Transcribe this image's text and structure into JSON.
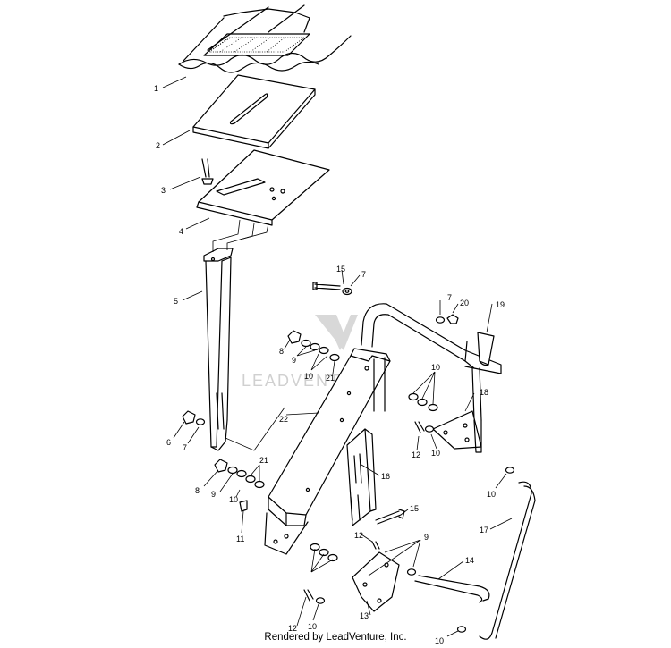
{
  "footer": {
    "text": "Rendered by LeadVenture, Inc."
  },
  "watermark": {
    "text": "LEADVENTURE"
  },
  "callouts": {
    "c1": "1",
    "c2": "2",
    "c3": "3",
    "c4": "4",
    "c5": "5",
    "c6": "6",
    "c7a": "7",
    "c7b": "7",
    "c7c": "7",
    "c8a": "8",
    "c8b": "8",
    "c9a": "9",
    "c9b": "9",
    "c9c": "9",
    "c10a": "10",
    "c10b": "10",
    "c10c": "10",
    "c10d": "10",
    "c10e": "10",
    "c10f": "10",
    "c10g": "10",
    "c11": "11",
    "c12a": "12",
    "c12b": "12",
    "c12c": "12",
    "c13": "13",
    "c14": "14",
    "c15a": "15",
    "c15b": "15",
    "c16": "16",
    "c17": "17",
    "c18": "18",
    "c19": "19",
    "c20": "20",
    "c21a": "21",
    "c21b": "21",
    "c22": "22"
  }
}
